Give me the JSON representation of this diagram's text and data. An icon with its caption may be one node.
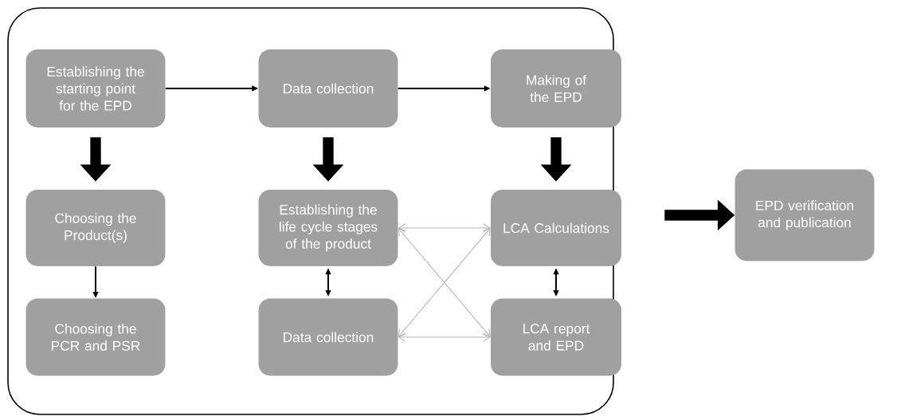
{
  "diagram": {
    "nodes": [
      {
        "text": [],
        "shape": "box"
      },
      {
        "text": [
          "Establishing the starting point for the EPD"
        ],
        "in": 0
      },
      {
        "text": [
          "Data collection"
        ],
        "in": 0
      },
      {
        "text": [
          "Making of the EPD"
        ],
        "in": 0
      },
      {
        "text": [
          "Choosing the Product(s)"
        ],
        "in": 0
      },
      {
        "text": [
          "Establishing the life cycle stages of the product"
        ],
        "in": 0
      },
      {
        "text": [
          "LCA Calculations"
        ],
        "in": 0
      },
      {
        "text": [
          "Choosing the PCR and PSR"
        ],
        "in": 0
      },
      {
        "text": [
          "Data collection"
        ],
        "in": 0
      },
      {
        "text": [
          "LCA report and EPD"
        ],
        "in": 0
      },
      {
        "text": [
          "EPD verification and publication"
        ]
      }
    ],
    "edges": [
      {
        "from": 1,
        "to": 2,
        "arrow": "to"
      },
      {
        "from": 2,
        "to": 3,
        "arrow": "to"
      },
      {
        "from": 1,
        "to": 4,
        "arrow": "to",
        "style": "thick"
      },
      {
        "from": 2,
        "to": 5,
        "arrow": "to",
        "style": "thick"
      },
      {
        "from": 3,
        "to": 6,
        "arrow": "to",
        "style": "thick"
      },
      {
        "from": 4,
        "to": 7,
        "arrow": "to"
      },
      {
        "from": 5,
        "to": 8,
        "arrow": "both"
      },
      {
        "from": 6,
        "to": 9,
        "arrow": "both"
      },
      {
        "from": 5,
        "to": 6,
        "arrow": "both",
        "color": "#b4b4b4"
      },
      {
        "from": 8,
        "to": 9,
        "arrow": "both",
        "color": "#b4b4b4"
      },
      {
        "from": 5,
        "to": 9,
        "arrow": "both",
        "color": "#b4b4b4"
      },
      {
        "from": 8,
        "to": 6,
        "arrow": "both",
        "color": "#b4b4b4"
      },
      {
        "from": null,
        "to": 10,
        "arrow": "to",
        "style": "thick"
      }
    ]
  }
}
